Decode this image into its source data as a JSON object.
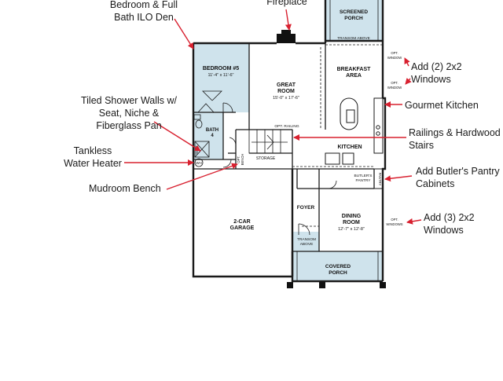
{
  "rooms": {
    "bedroom5": {
      "name": "BEDROOM #5",
      "size": "11'-4\" x 11'-6\""
    },
    "great_room": {
      "name_line1": "GREAT",
      "name_line2": "ROOM",
      "size": "15'-0\" x 17'-6\""
    },
    "screened_porch": {
      "line1": "SCREENED",
      "line2": "PORCH"
    },
    "transom_above_top": "TRANSOM ABOVE",
    "breakfast": {
      "line1": "BREAKFAST",
      "line2": "AREA"
    },
    "kitchen": "KITCHEN",
    "bath4": {
      "line1": "BATH",
      "line2": "4"
    },
    "seat": "SEAT",
    "wh": "WH",
    "opt_bench": {
      "line1": "OPT.",
      "line2": "BENCH"
    },
    "storage": "STORAGE",
    "opt_railing": "OPT. RAILING",
    "butlers_pantry": {
      "line1": "BUTLER'S",
      "line2": "PANTRY"
    },
    "pantry_side": "PANTRY",
    "foyer": "FOYER",
    "dining": {
      "line1": "DINING",
      "line2": "ROOM",
      "size": "12'-7\" x 12'-8\""
    },
    "garage": {
      "line1": "2-CAR",
      "line2": "GARAGE"
    },
    "transom_above_foyer": {
      "line1": "TRANSOM",
      "line2": "ABOVE"
    },
    "covered_porch": {
      "line1": "COVERED",
      "line2": "PORCH"
    },
    "opt_window_1": {
      "line1": "OPT.",
      "line2": "WINDOW"
    },
    "opt_window_2": {
      "line1": "OPT.",
      "line2": "WINDOW"
    },
    "opt_windows": {
      "line1": "OPT.",
      "line2": "WINDOWS"
    }
  },
  "annotations": {
    "bedroom_bath": {
      "line1": "Bedroom & Full",
      "line2": "Bath ILO Den"
    },
    "fireplace": "Fireplace",
    "shower": {
      "line1": "Tiled Shower Walls w/",
      "line2": "Seat, Niche &",
      "line3": "Fiberglass Pan"
    },
    "water_heater": {
      "line1": "Tankless",
      "line2": "Water Heater"
    },
    "mudroom": "Mudroom Bench",
    "windows_2x2_2": {
      "line1": "Add (2) 2x2",
      "line2": "Windows"
    },
    "gourmet_kitchen": "Gourmet Kitchen",
    "railings": {
      "line1": "Railings & Hardwood",
      "line2": "Stairs"
    },
    "butlers_cabinets": {
      "line1": "Add Butler's Pantry",
      "line2": "Cabinets"
    },
    "windows_2x2_3": {
      "line1": "Add (3) 2x2",
      "line2": "Windows"
    }
  },
  "colors": {
    "wall": "#1a1a1a",
    "highlight_fill": "#cfe3ec",
    "arrow": "#d8202f"
  }
}
